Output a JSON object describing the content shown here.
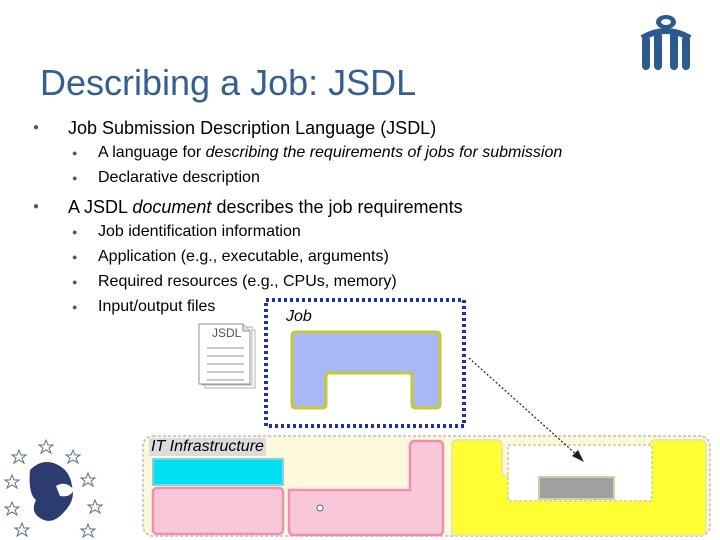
{
  "slide": {
    "title": "Describing a Job: JSDL",
    "bullets": [
      {
        "text": "Job Submission Description Language  (JSDL)",
        "sub": [
          {
            "pre": "A language for ",
            "em": "describing the requirements of jobs for submission",
            "post": ""
          },
          {
            "pre": "Declarative description",
            "em": "",
            "post": ""
          }
        ]
      },
      {
        "pre": "A JSDL ",
        "em": "document",
        "post": " describes the job requirements",
        "sub": [
          {
            "text": "Job identification information"
          },
          {
            "text": "Application (e.g., executable, arguments)"
          },
          {
            "text": "Required resources (e.g., CPUs, memory)"
          },
          {
            "text": "Input/output files"
          }
        ]
      }
    ]
  },
  "diagram": {
    "jsdl_doc_label": "JSDL",
    "job_label": "Job",
    "infrastructure_label": "IT Infrastructure"
  },
  "colors": {
    "title": "#34608f",
    "job_box_border": "#1f2fb0",
    "job_shape_fill": "#a8b8f8",
    "job_shape_border": "#c8c832",
    "infra_bg": "#fdf7dc",
    "cyan_block": "#00e0f0",
    "pink_block": "#f8c8d8",
    "yellow_block": "#ffff33",
    "gray_block": "#a0a0a0"
  }
}
